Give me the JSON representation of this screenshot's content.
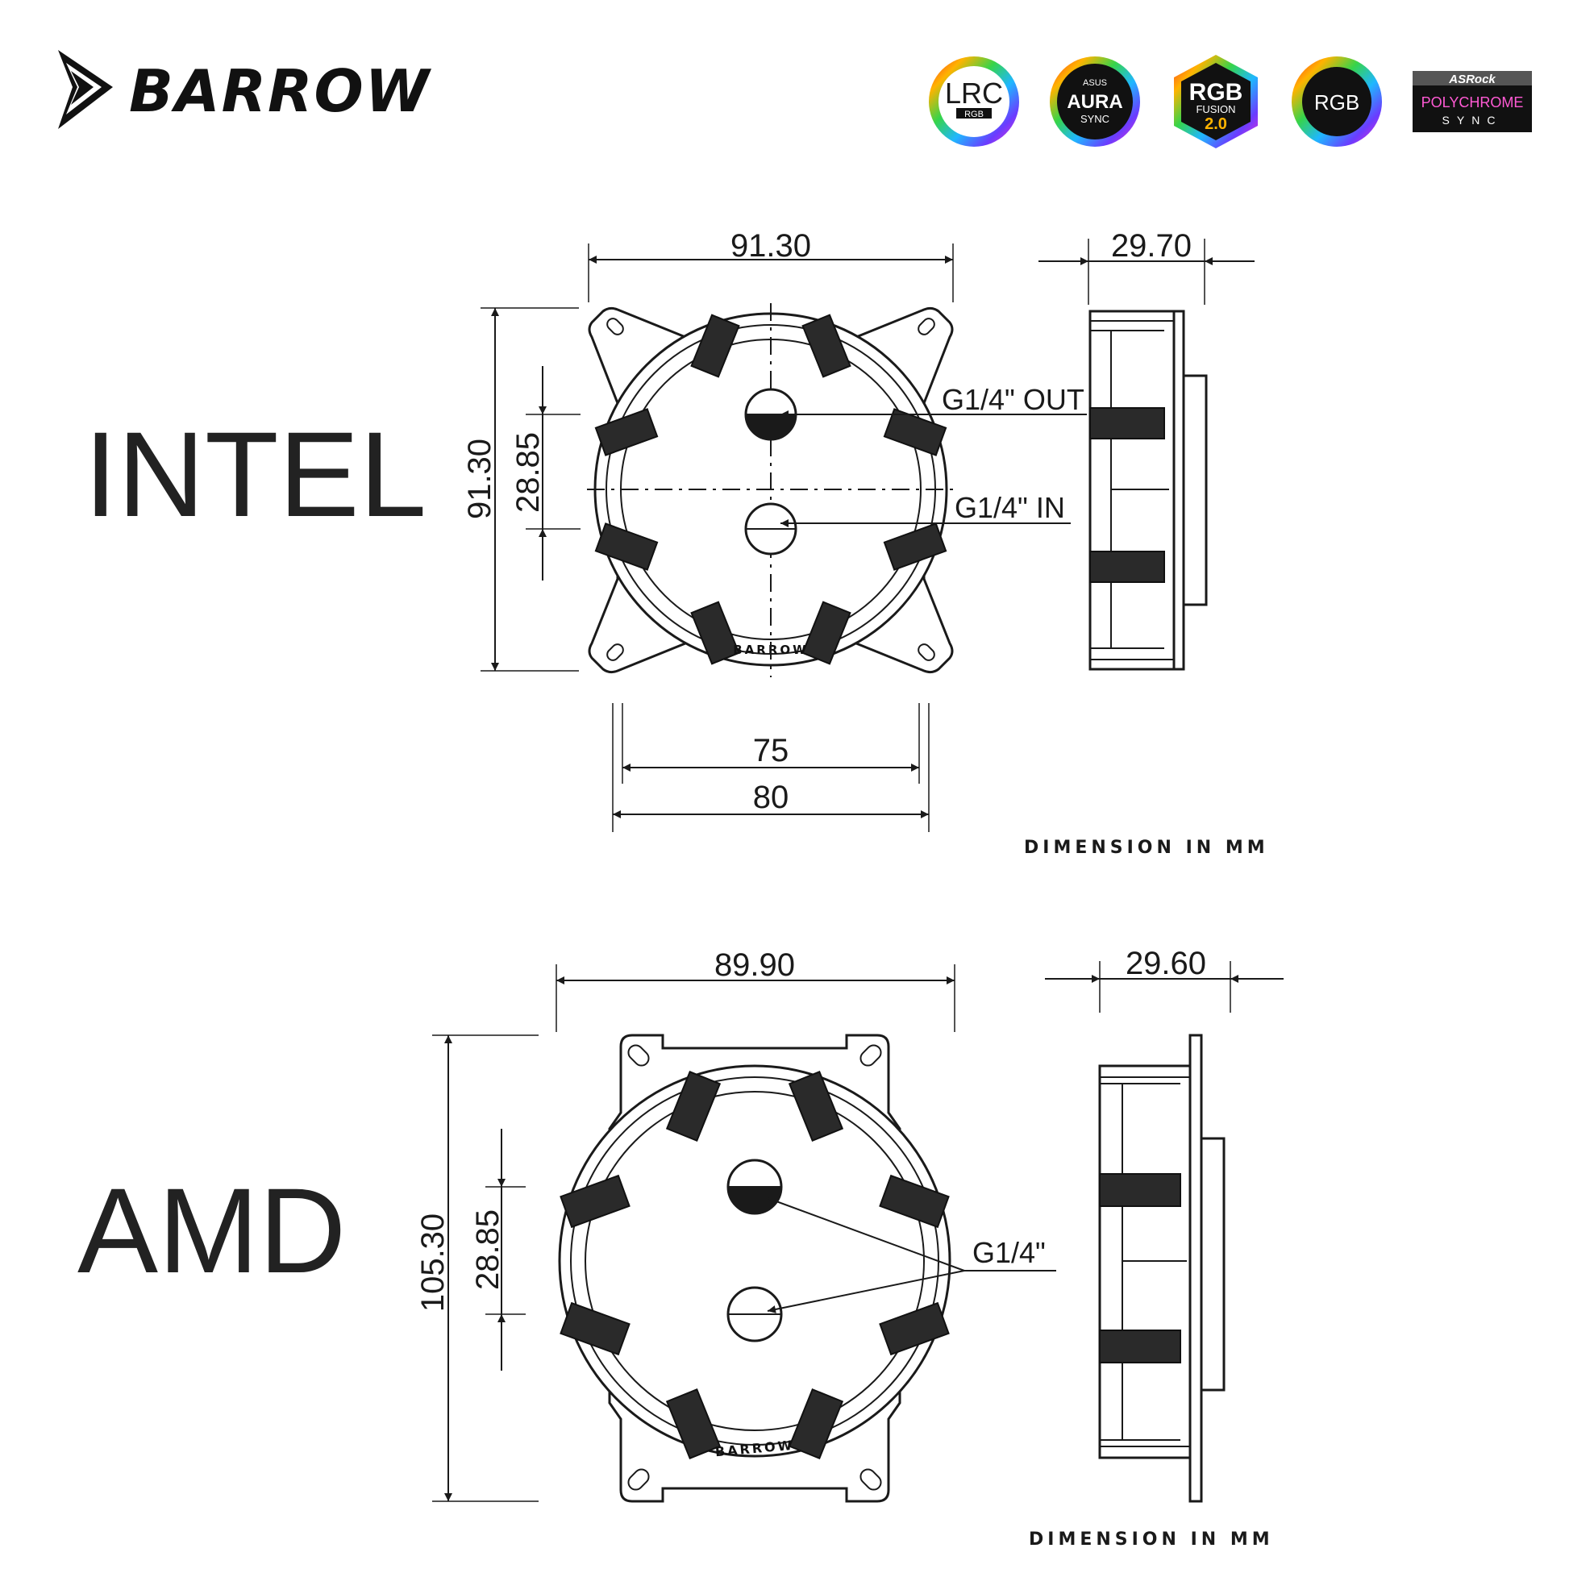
{
  "header": {
    "brand_name": "BARROW",
    "badges": {
      "lrc": {
        "line1": "LRC",
        "line2": "RGB"
      },
      "aura": {
        "top": "ASUS",
        "line1": "AURA",
        "line2": "SYNC"
      },
      "fusion": {
        "line1": "RGB",
        "line2": "FUSION",
        "line3": "2.0"
      },
      "rgb": {
        "line1": "RGB"
      },
      "polychrome": {
        "top": "ASRock",
        "line1": "POLYCHROME",
        "line2": "SYNC"
      }
    }
  },
  "intel": {
    "title": "INTEL",
    "width_dim": "91.30",
    "side_dim": "29.70",
    "height_dim": "91.30",
    "port_spacing_dim": "28.85",
    "out_label": "G1/4\" OUT",
    "in_label": "G1/4\" IN",
    "hole_dim_inner": "75",
    "hole_dim_outer": "80",
    "ring_text": "BARROW",
    "note": "DIMENSION IN MM"
  },
  "amd": {
    "title": "AMD",
    "width_dim": "89.90",
    "side_dim": "29.60",
    "height_dim": "105.30",
    "port_spacing_dim": "28.85",
    "port_label": "G1/4\"",
    "ring_text": "BARROW",
    "note": "DIMENSION IN MM"
  }
}
